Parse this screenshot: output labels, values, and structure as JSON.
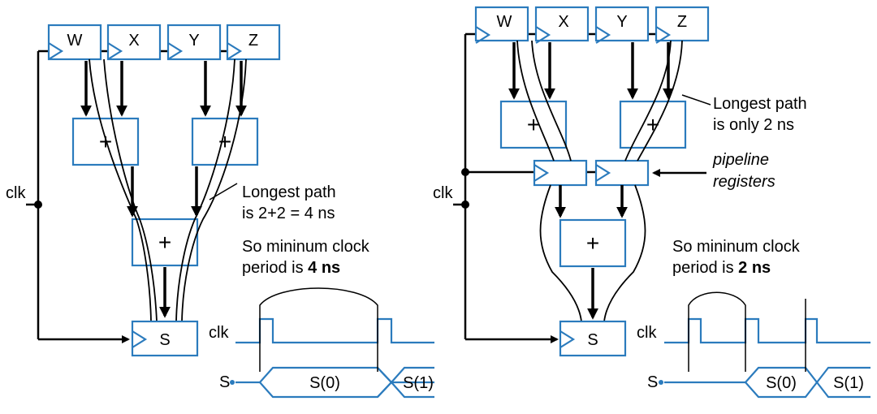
{
  "colors": {
    "register": "#2b7bbd",
    "wire": "#000000",
    "background": "#ffffff"
  },
  "left": {
    "registers": [
      "W",
      "X",
      "Y",
      "Z"
    ],
    "adder_symbol": "+",
    "output_register": "S",
    "clk_label": "clk",
    "annotation": {
      "line1": "Longest path",
      "line2": "is 2+2 = 4 ns"
    },
    "period": {
      "line1": "So mininum clock",
      "line2_prefix": "period is ",
      "value": "4 ns"
    },
    "timing": {
      "clk_label": "clk",
      "s_label": "S",
      "s0": "S(0)",
      "s1": "S(1)"
    }
  },
  "right": {
    "registers": [
      "W",
      "X",
      "Y",
      "Z"
    ],
    "adder_symbol": "+",
    "output_register": "S",
    "clk_label": "clk",
    "annotation": {
      "line1": "Longest path",
      "line2": "is only 2 ns"
    },
    "pipeline_label": {
      "line1": "pipeline",
      "line2": "registers"
    },
    "period": {
      "line1": "So mininum clock",
      "line2_prefix": "period is ",
      "value": "2 ns"
    },
    "timing": {
      "clk_label": "clk",
      "s_label": "S",
      "s0": "S(0)",
      "s1": "S(1)"
    }
  }
}
